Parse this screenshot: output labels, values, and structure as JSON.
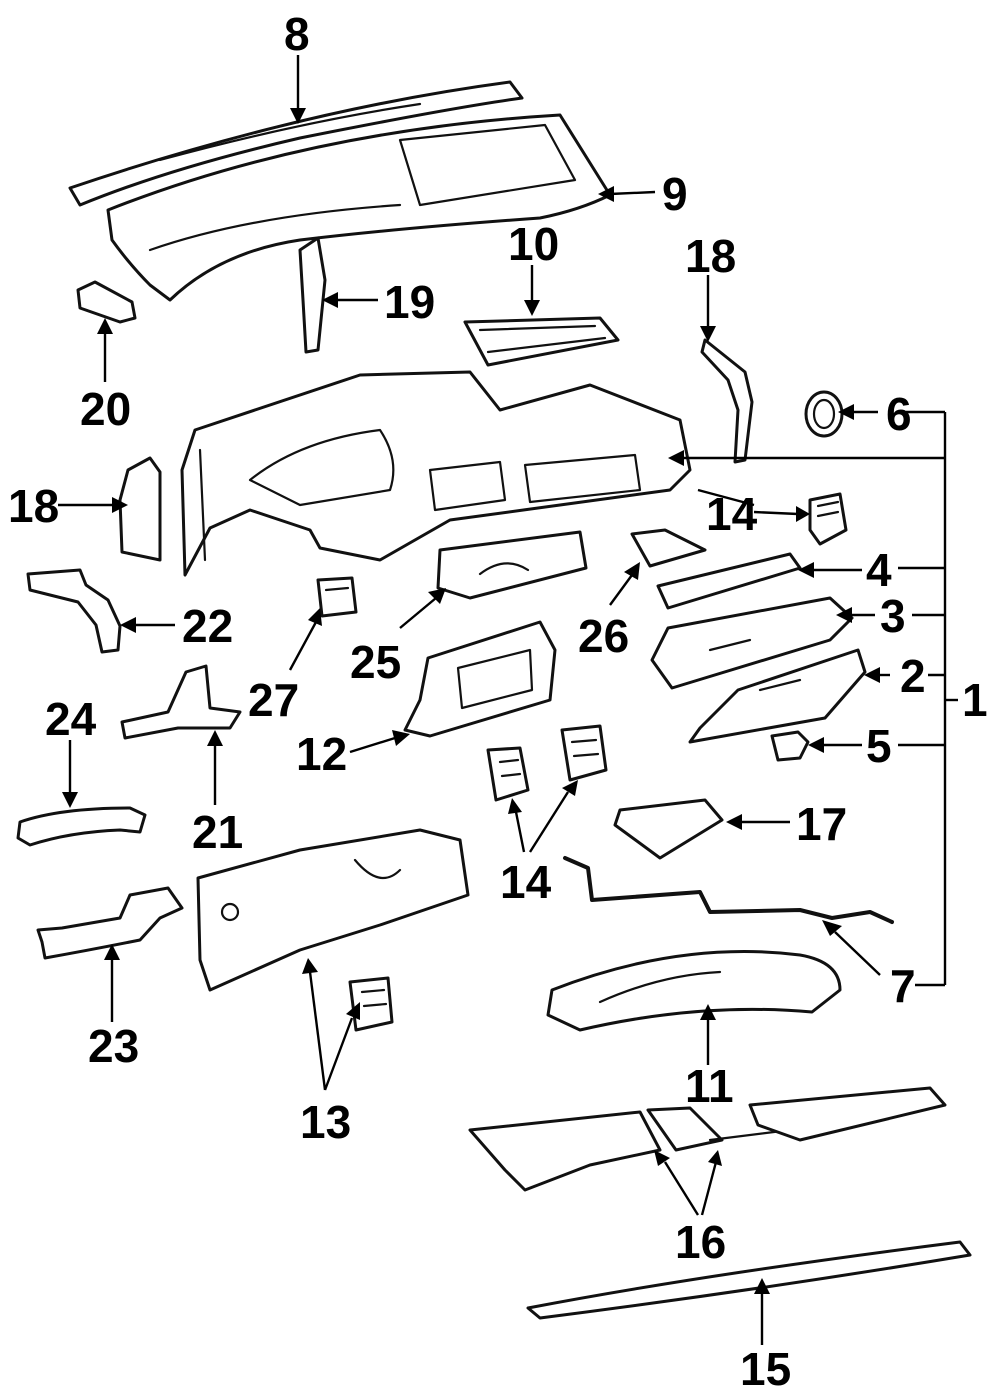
{
  "callouts": [
    "1",
    "2",
    "3",
    "4",
    "5",
    "6",
    "7",
    "8",
    "9",
    "10",
    "11",
    "12",
    "13",
    "14",
    "14",
    "15",
    "16",
    "17",
    "18",
    "18",
    "19",
    "20",
    "21",
    "22",
    "23",
    "24",
    "25",
    "26",
    "27"
  ]
}
